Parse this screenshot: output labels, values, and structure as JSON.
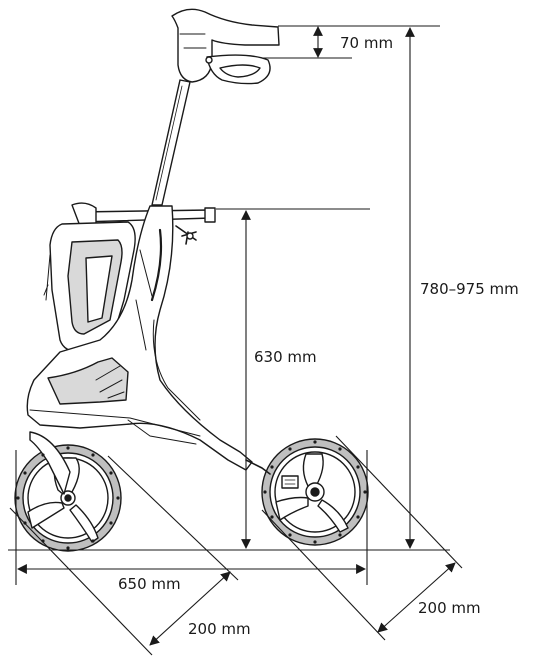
{
  "dimensions": {
    "handle_adjust": "70 mm",
    "total_height": "780–975 mm",
    "seat_height": "630 mm",
    "wheelbase": "650 mm",
    "front_wheel": "200 mm",
    "rear_wheel": "200 mm"
  },
  "colors": {
    "line": "#1a1a1a",
    "frame_fill": "#ffffff",
    "shade": "#d9d9d9",
    "tire": "#bfbfbf"
  }
}
